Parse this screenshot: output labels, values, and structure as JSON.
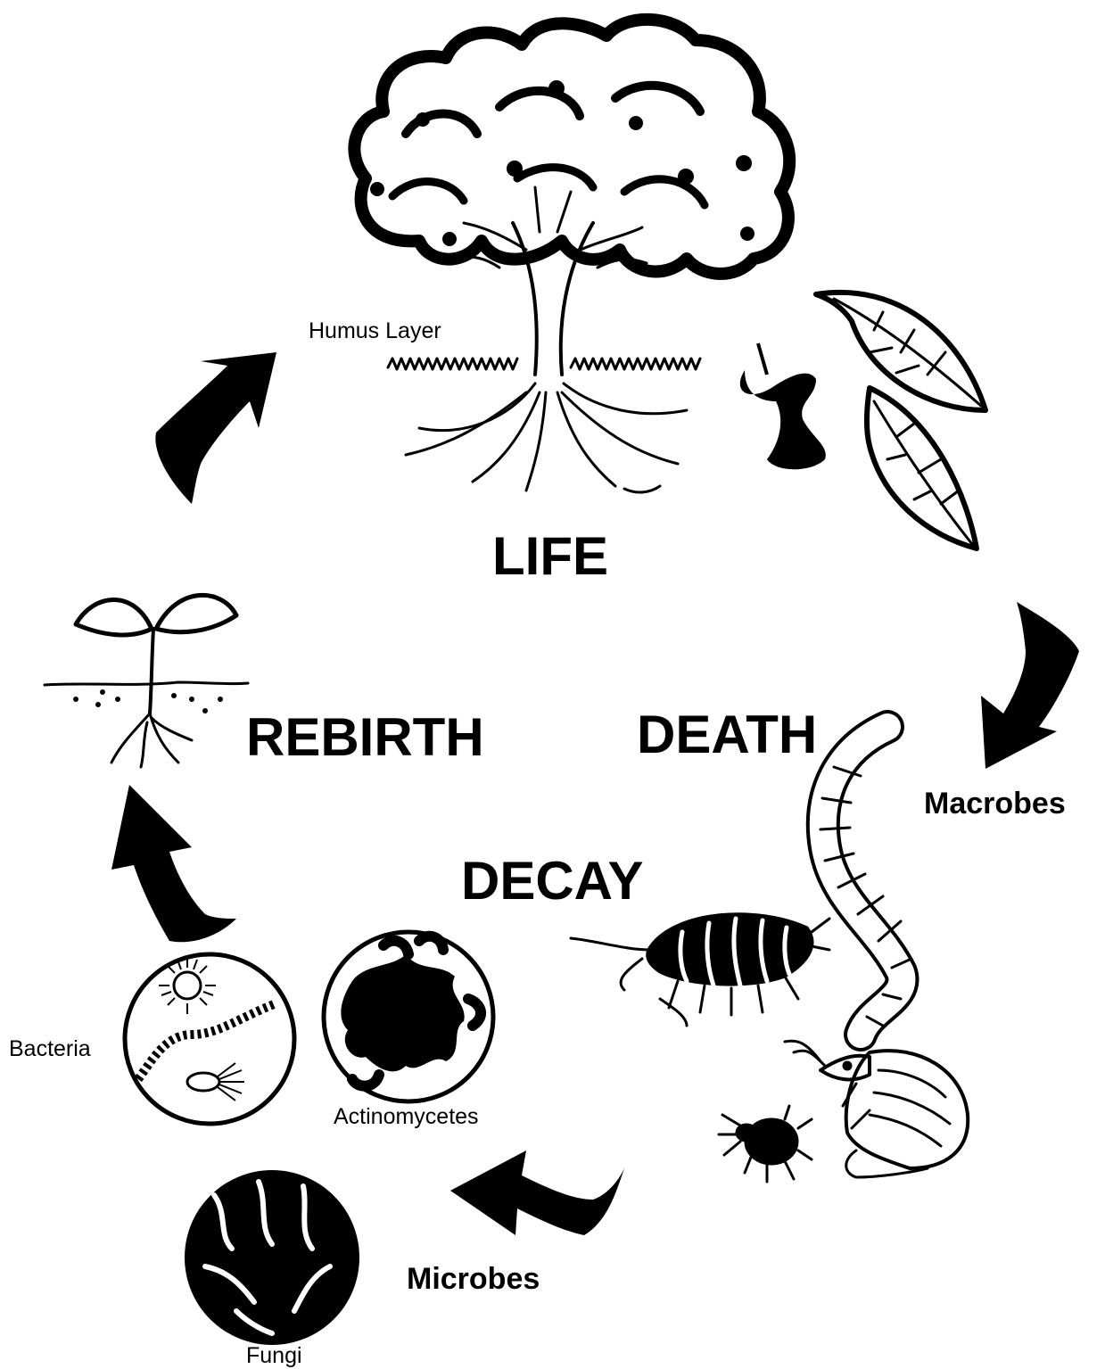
{
  "stages": {
    "life": "LIFE",
    "death": "DEATH",
    "decay": "DECAY",
    "rebirth": "REBIRTH"
  },
  "labels": {
    "humus": "Humus Layer",
    "macrobes": "Macrobes",
    "microbes": "Microbes",
    "bacteria": "Bacteria",
    "actinomycetes": "Actinomycetes",
    "fungi": "Fungi"
  },
  "colors": {
    "ink": "#000000",
    "background": "#ffffff"
  },
  "icons": [
    "tree-icon",
    "apple-core-icon",
    "leaf-icon",
    "earthworm-icon",
    "woodlouse-icon",
    "mite-icon",
    "springtail-icon",
    "bacteria-circle-icon",
    "actinomycetes-circle-icon",
    "fungi-circle-icon",
    "seedling-icon",
    "cycle-arrow-icon"
  ]
}
